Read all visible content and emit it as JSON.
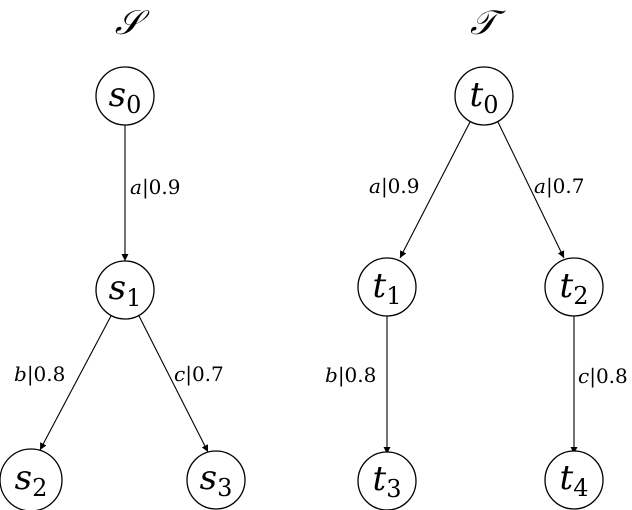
{
  "titles": {
    "left": "𝒮",
    "right": "𝒯"
  },
  "nodes": {
    "s0": {
      "name": "s",
      "sub": "0"
    },
    "s1": {
      "name": "s",
      "sub": "1"
    },
    "s2": {
      "name": "s",
      "sub": "2"
    },
    "s3": {
      "name": "s",
      "sub": "3"
    },
    "t0": {
      "name": "t",
      "sub": "0"
    },
    "t1": {
      "name": "t",
      "sub": "1"
    },
    "t2": {
      "name": "t",
      "sub": "2"
    },
    "t3": {
      "name": "t",
      "sub": "3"
    },
    "t4": {
      "name": "t",
      "sub": "4"
    }
  },
  "edges": {
    "s0_s1": {
      "action": "a",
      "prob": "|0.9"
    },
    "s1_s2": {
      "action": "b",
      "prob": "|0.8"
    },
    "s1_s3": {
      "action": "c",
      "prob": "|0.7"
    },
    "t0_t1": {
      "action": "a",
      "prob": "|0.9"
    },
    "t0_t2": {
      "action": "a",
      "prob": "|0.7"
    },
    "t1_t3": {
      "action": "b",
      "prob": "|0.8"
    },
    "t2_t4": {
      "action": "c",
      "prob": "|0.8"
    }
  }
}
